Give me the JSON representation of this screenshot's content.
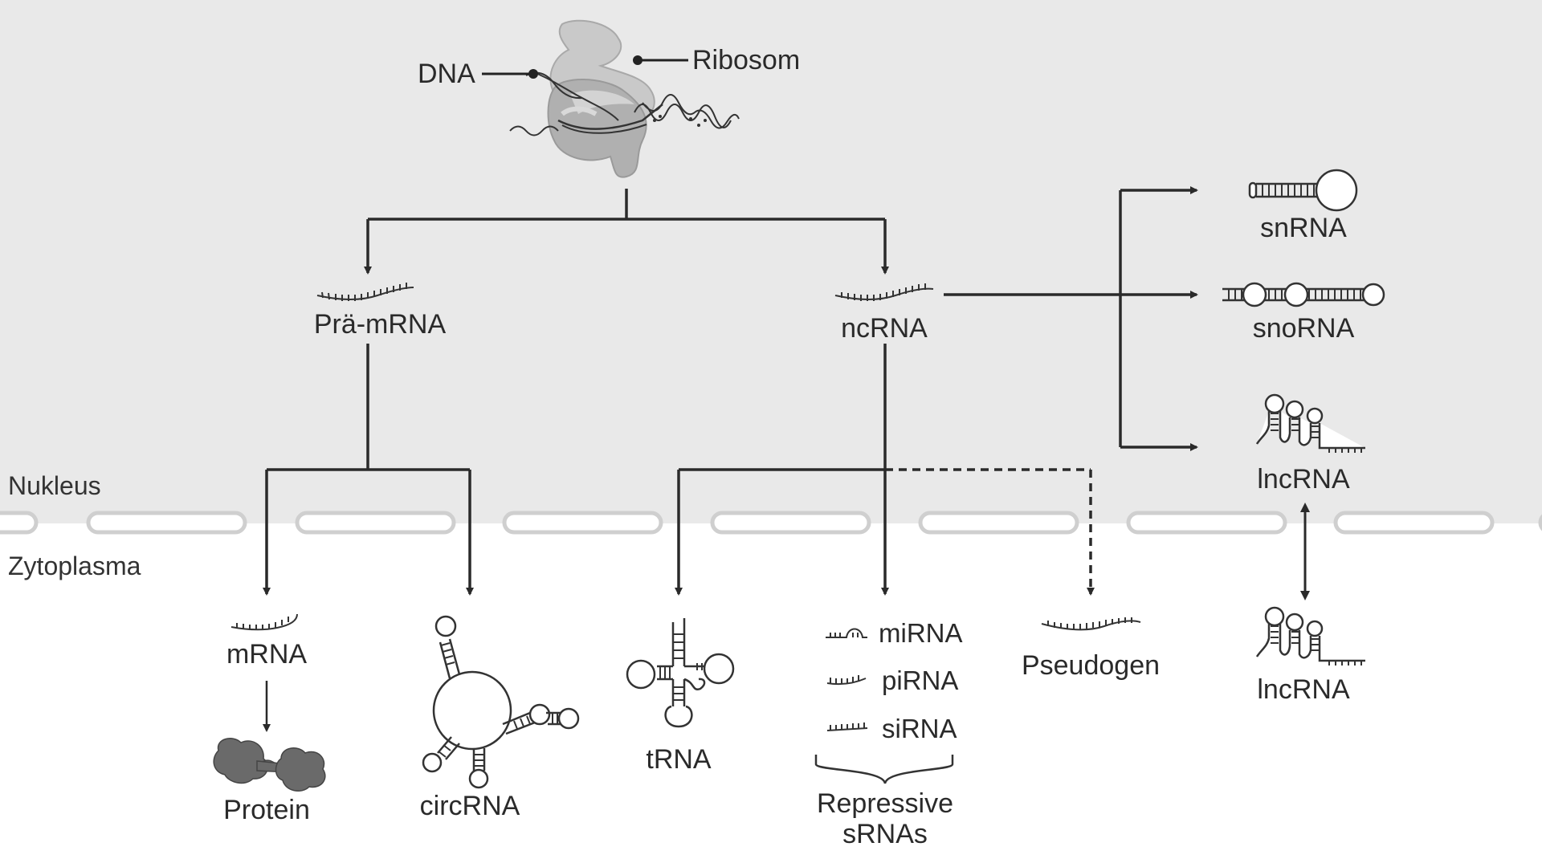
{
  "colors": {
    "nucleus_bg": "#e9e9e9",
    "cytoplasm_bg": "#ffffff",
    "line": "#2a2a2a",
    "pore": "#cfcfcf",
    "ribosome": "#b9b9b9",
    "protein": "#6a6a6a"
  },
  "regions": {
    "nucleus": "Nukleus",
    "cytoplasm": "Zytoplasma"
  },
  "top": {
    "dna": "DNA",
    "ribosome": "Ribosom"
  },
  "nodes": {
    "pre_mrna": "Prä-mRNA",
    "ncrna": "ncRNA",
    "snrna": "snRNA",
    "snorna": "snoRNA",
    "lncrna_nucleus": "lncRNA",
    "mrna": "mRNA",
    "protein": "Protein",
    "circrna": "circRNA",
    "trna": "tRNA",
    "mirna": "miRNA",
    "pirna": "piRNA",
    "sirna": "siRNA",
    "repressive_line1": "Repressive",
    "repressive_line2": "sRNAs",
    "pseudogen": "Pseudogen",
    "lncrna_cytoplasm": "lncRNA"
  },
  "icons": [
    "ribosome-icon",
    "rna-strand-icon",
    "hairpin-icon",
    "protein-icon",
    "circrna-icon",
    "trna-icon",
    "brace-icon"
  ]
}
